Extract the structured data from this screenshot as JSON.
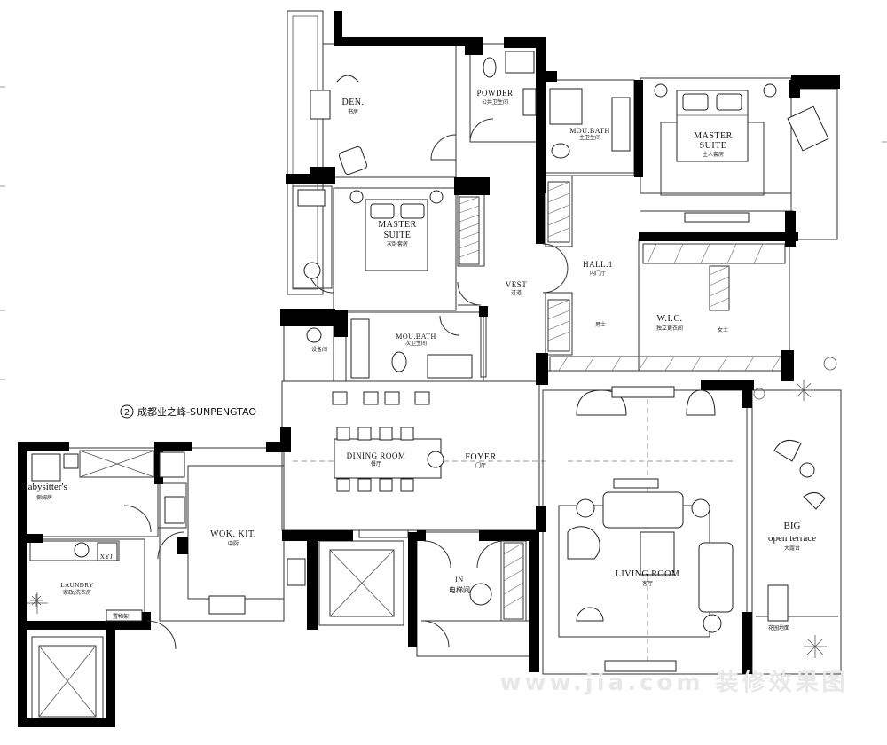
{
  "title": {
    "number": "2",
    "text": "成都业之峰-SUNPENGTAO"
  },
  "rooms": {
    "den": {
      "en": "DEN.",
      "cn": "书房"
    },
    "powder": {
      "en": "POWDER",
      "cn": "公共卫生间"
    },
    "mou_bath_top": {
      "en": "MOU.BATH",
      "cn": "主卫生间"
    },
    "master_suite_right": {
      "en1": "MASTER",
      "en2": "SUITE",
      "cn": "主人套房"
    },
    "master_suite_mid": {
      "en1": "MASTER",
      "en2": "SUITE",
      "cn": "次卧套房"
    },
    "vest": {
      "en": "VEST",
      "cn": "过道"
    },
    "hall": {
      "en": "HALL.1",
      "cn": "内门厅"
    },
    "wic": {
      "en": "W.I.C.",
      "cn": "独立更衣间"
    },
    "wic_male": {
      "cn": "男士"
    },
    "wic_female": {
      "cn": "女士"
    },
    "storage": {
      "cn": "设备间"
    },
    "mou_bath_mid": {
      "en": "MOU.BATH",
      "cn": "次卫生间"
    },
    "dining": {
      "en": "DINING ROOM",
      "cn": "餐厅"
    },
    "foyer": {
      "en": "FOYER",
      "cn": "门厅"
    },
    "babysitter": {
      "en": "Babysitter's",
      "cn": "保姆房"
    },
    "wok": {
      "en": "WOK. KIT.",
      "cn": "中厨"
    },
    "laundry": {
      "en": "LAUNDRY",
      "cn": "家政/洗衣房"
    },
    "elevator": {
      "en": "IN",
      "cn": "电梯间"
    },
    "living": {
      "en": "LIVING ROOM",
      "cn": "客厅"
    },
    "terrace": {
      "en1": "BIG",
      "en2": "open terrace",
      "cn": "大露台"
    },
    "terrace_small": {
      "cn": "花园地面"
    },
    "xyj": {
      "en": "XYJ"
    },
    "store": {
      "cn": "置物架"
    }
  },
  "watermark": "www.jia.com 装修效果图"
}
